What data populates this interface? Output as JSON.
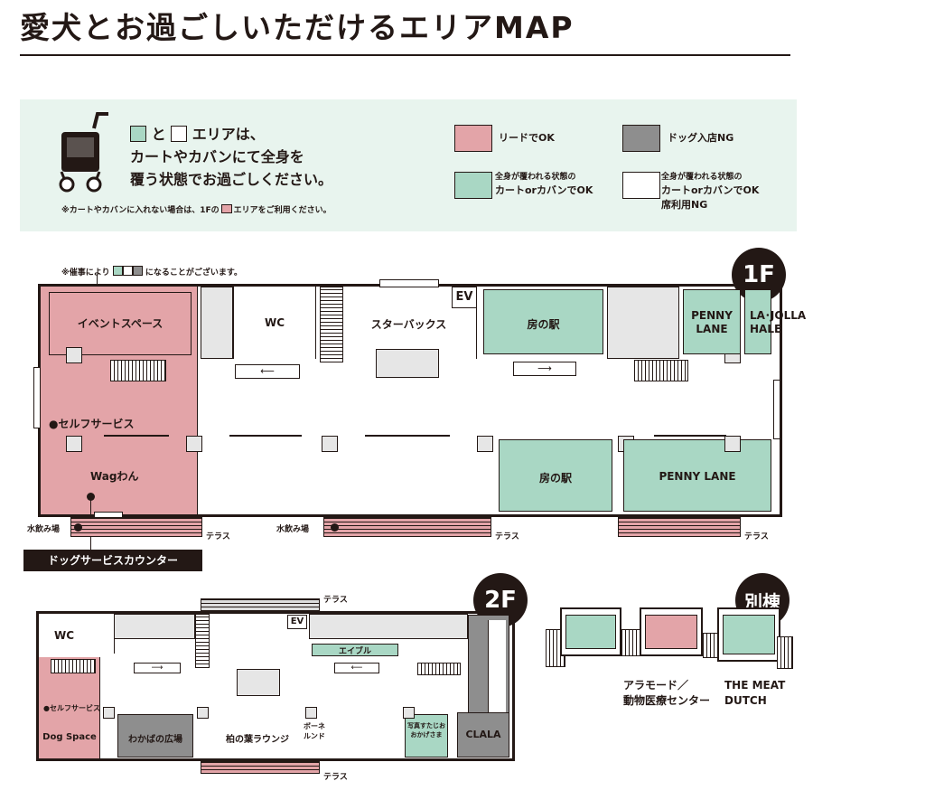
{
  "title": "愛犬とお過ごしいただけるエリアMAP",
  "colors": {
    "pink": "#e3a4a8",
    "green": "#a9d7c4",
    "gray": "#8e8e8e",
    "legend_bg": "#e8f4ee",
    "dark": "#231815"
  },
  "legend": {
    "note_and": "と",
    "note_area": "エリアは、",
    "note_line2": "カートやカバンにて全身を",
    "note_line3": "覆う状態でお過ごしください。",
    "small_pre": "※カートやカバンに入れない場合は、1Fの",
    "small_post": "エリアをご利用ください。",
    "items": [
      {
        "text": "リードでOK"
      },
      {
        "text": "ドッグ入店NG"
      },
      {
        "line1": "全身が覆われる状態の",
        "line2": "カートorカバンでOK"
      },
      {
        "line1": "全身が覆われる状態の",
        "line2": "カートorカバンでOK",
        "line3": "席利用NG"
      }
    ]
  },
  "floor1": {
    "badge": "1F",
    "event_note_pre": "※催事により",
    "event_note_post": "になることがございます。",
    "rooms": {
      "event_space": "イベントスペース",
      "self_service": "●セルフサービス",
      "wagwan": "Wagわん",
      "wc": "WC",
      "starbucks": "スターバックス",
      "ev": "EV",
      "fusanoeki_top": "房の駅",
      "penny_lane_top": "PENNY\nLANE",
      "lajolla": "LA･JOLLA\nHALE",
      "fusanoeki_bottom": "房の駅",
      "penny_lane_bottom": "PENNY LANE"
    },
    "water1": "水飲み場",
    "water2": "水飲み場",
    "terrace1": "テラス",
    "terrace2": "テラス",
    "terrace3": "テラス",
    "dog_counter": "ドッグサービスカウンター"
  },
  "floor2": {
    "badge": "2F",
    "terrace_top": "テラス",
    "terrace_bottom": "テラス",
    "rooms": {
      "wc": "WC",
      "ev": "EV",
      "able": "エイブル",
      "self_service": "●セルフサービス",
      "dog_space": "Dog Space",
      "wakaba": "わかばの広場",
      "kashiwa": "柏の葉ラウンジ",
      "bonerund": "ボーネ\nルンド",
      "photo": "写真すたじお\nおかげさま",
      "clala": "CLALA"
    }
  },
  "annex": {
    "badge": "別棟",
    "label1_line1": "アラモード／",
    "label1_line2": "動物医療センター",
    "label2_line1": "THE MEAT",
    "label2_line2": "DUTCH"
  }
}
